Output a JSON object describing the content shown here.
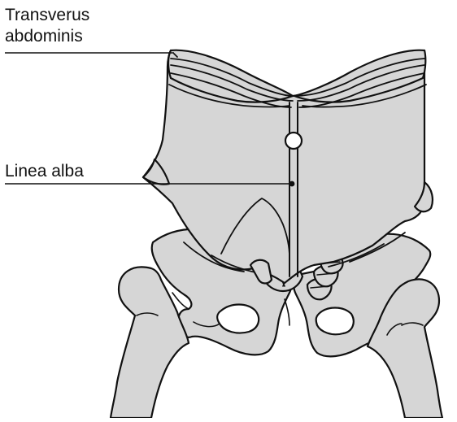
{
  "labels": {
    "transversus_line1": "Transverus",
    "transversus_line2": "abdominis",
    "linea_alba": "Linea alba"
  },
  "colors": {
    "fill": "#d6d6d6",
    "stroke": "#111111",
    "background": "#ffffff"
  }
}
